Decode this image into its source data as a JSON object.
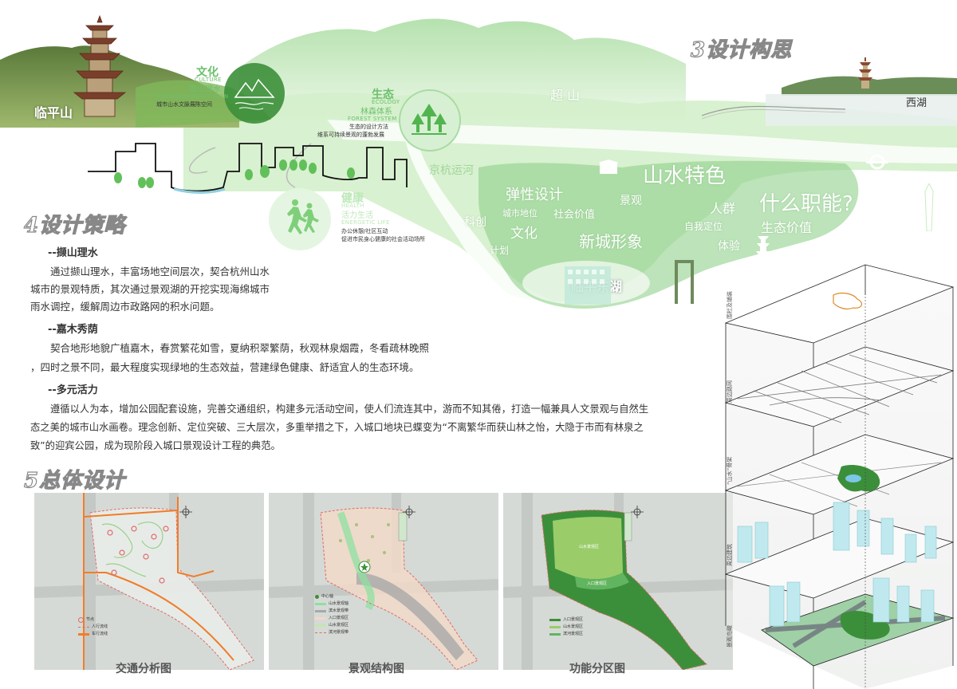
{
  "sections": {
    "design_concept": "3设计构思",
    "design_strategy": "4设计策略",
    "overall_design": "5总体设计"
  },
  "places": {
    "linping_mountain": "临平山",
    "chao_mountain": "超 山",
    "west_lake": "西湖",
    "grand_canal": "京杭运河",
    "linping_east_lake": "临平东湖"
  },
  "themes": {
    "culture": {
      "title": "文化",
      "en1": "CULTURE",
      "cn_sub": "撷山理水",
      "en2": "MOUNTAIN WATER PLAN",
      "desc": "城市山水文脉展陈空间"
    },
    "ecology": {
      "title": "生态",
      "en1": "ECOLOGY",
      "cn_sub": "林森体系",
      "en2": "FOREST SYSTEM",
      "desc1": "生态的设计方法",
      "desc2": "维系可持续景观的蓬勃发展"
    },
    "health": {
      "title": "健康",
      "en1": "HEALTH",
      "cn_sub": "活力生活",
      "en2": "ENERGETIC LIFE",
      "desc1": "办公休憩/社区互动",
      "desc2": "促进市民身心健康的社会活动场所"
    }
  },
  "word_cloud": [
    {
      "text": "山水特色",
      "size": 26
    },
    {
      "text": "弹性设计",
      "size": 18
    },
    {
      "text": "景观",
      "size": 14
    },
    {
      "text": "人群",
      "size": 16
    },
    {
      "text": "什么职能?",
      "size": 26
    },
    {
      "text": "科创",
      "size": 14
    },
    {
      "text": "城市地位",
      "size": 11
    },
    {
      "text": "社会价值",
      "size": 13
    },
    {
      "text": "文化",
      "size": 17
    },
    {
      "text": "新城形象",
      "size": 20
    },
    {
      "text": "自我定位",
      "size": 12
    },
    {
      "text": "生态价值",
      "size": 16
    },
    {
      "text": "体验",
      "size": 14
    },
    {
      "text": "计划",
      "size": 12
    }
  ],
  "strategy": {
    "s1_title": "--撷山理水",
    "s1_line1": "通过撷山理水，丰富场地空间层次，契合杭州山水",
    "s1_line2": "城市的景观特质，其次通过景观湖的开挖实现海绵城市",
    "s1_line3": "雨水调控，缓解周边市政路网的积水问题。",
    "s2_title": "--嘉木秀荫",
    "s2_line1": "契合地形地貌广植嘉木，春赏繁花如雪，夏纳积翠繁荫，秋观林泉烟霞，冬看疏林晚照",
    "s2_line2": "，四时之景不同，最大程度实现绿地的生态效益，营建绿色健康、舒适宜人的生态环境。",
    "s3_title": "--多元活力",
    "s3_line1": "遵循以人为本，增加公园配套设施，完善交通组织，构建多元活动空间，使人们流连其中，游而不知其倦，打造一幅兼具人文景观与自然生",
    "s3_line2": "态之美的城市山水画卷。理念创新、定位突破、三大层次，多重举措之下，入城口地块已蝶变为“不离繁华而获山林之怡，大隐于市而有林泉之",
    "s3_line3": "致”的迎宾公园，成为现阶段入城口景观设计工程的典范。"
  },
  "plans": {
    "traffic": {
      "caption": "交通分析图",
      "legend": [
        "节点",
        "人行流线",
        "车行流线"
      ]
    },
    "landscape": {
      "caption": "景观结构图",
      "legend": [
        "中心轴",
        "山水景观轴",
        "滨水景观带",
        "入口景观区",
        "山水景观区",
        "滨河景观带"
      ]
    },
    "function": {
      "caption": "功能分区图",
      "legend": [
        "入口景观区",
        "山水景观区",
        "滨河景观区"
      ],
      "zone_labels": [
        "山水景观区",
        "入口景观区"
      ]
    }
  },
  "layers": [
    "围栏及铺装",
    "周边路网",
    "“山水”骨架",
    "周边建筑",
    "景观鸟瞰"
  ],
  "colors": {
    "accent_green": "#6dc06d",
    "mist_green": "#c9ecc0",
    "route_orange": "#f07d28",
    "forest_green": "#3c8f3a",
    "plan_gray": "#d6dad6"
  }
}
